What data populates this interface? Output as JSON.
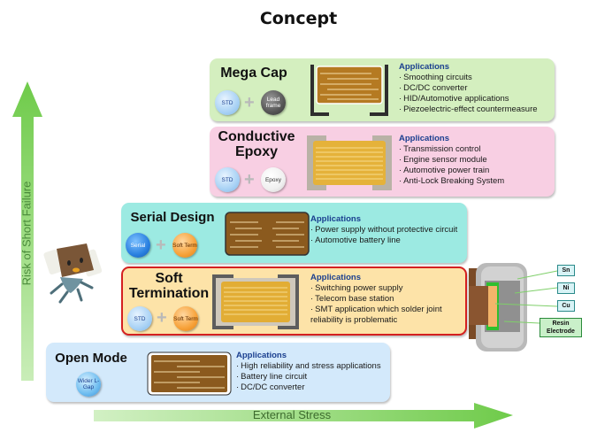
{
  "title": "Concept",
  "axes": {
    "y_label": "Risk of Short Failure",
    "x_label": "External Stress"
  },
  "colors": {
    "arrow_green": "#7ccf5a",
    "mega_cap_bg": "#d4efbf",
    "conductive_epoxy_bg": "#f8cfe3",
    "serial_design_bg": "#9ceae2",
    "soft_termination_bg": "#fde3a8",
    "soft_termination_border": "#d42020",
    "open_mode_bg": "#d3e9fb",
    "applications_header": "#1a3f8f"
  },
  "cards": {
    "mega_cap": {
      "name": "Mega Cap",
      "bubbles": [
        "STD",
        "Lead frame"
      ],
      "applications_header": "Applications",
      "applications": [
        "Smoothing circuits",
        "DC/DC converter",
        "HID/Automotive applications",
        "Piezoelectric-effect countermeasure"
      ]
    },
    "conductive_epoxy": {
      "name_line1": "Conductive",
      "name_line2": "Epoxy",
      "bubbles": [
        "STD",
        "Epoxy"
      ],
      "applications_header": "Applications",
      "applications": [
        "Transmission control",
        "Engine sensor module",
        "Automotive power train",
        "Anti-Lock Breaking System"
      ]
    },
    "serial_design": {
      "name": "Serial Design",
      "bubbles": [
        "Serial",
        "Soft Term"
      ],
      "applications_header": "Applications",
      "applications": [
        "Power supply without protective circuit",
        "Automotive battery line"
      ]
    },
    "soft_termination": {
      "name_line1": "Soft",
      "name_line2": "Termination",
      "bubbles": [
        "STD",
        "Soft Term"
      ],
      "applications_header": "Applications",
      "applications": [
        "Switching power supply",
        "Telecom base station",
        "SMT application which solder joint reliability is problematic"
      ]
    },
    "open_mode": {
      "name": "Open Mode",
      "bubbles": [
        "Wider L-Gap"
      ],
      "applications_header": "Applications",
      "applications": [
        "High reliability and stress applications",
        "Battery line circuit",
        "DC/DC converter"
      ]
    }
  },
  "cross_section": {
    "layers": [
      "Sn",
      "Ni",
      "Cu",
      "Resin Electrode"
    ]
  }
}
